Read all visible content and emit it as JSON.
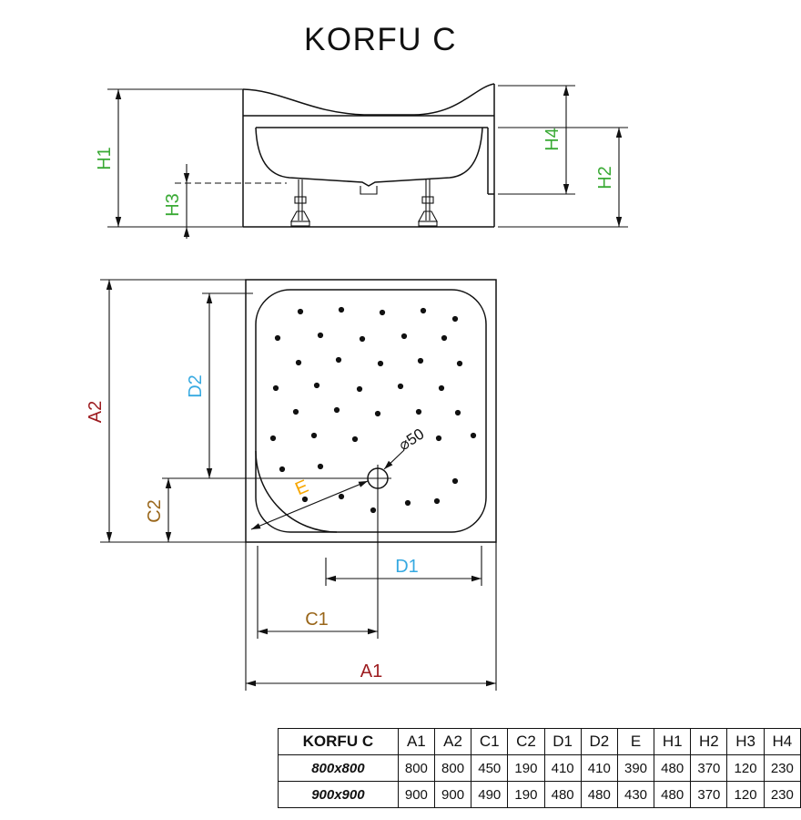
{
  "title": "KORFU C",
  "colors": {
    "a_dims": "#9d1c20",
    "c_dims": "#99661a",
    "d_dims": "#36a9e1",
    "e_dim": "#f7a600",
    "h_dims": "#3aaa35",
    "line": "#111111",
    "background": "#ffffff"
  },
  "side_view": {
    "labels": {
      "h1": "H1",
      "h2": "H2",
      "h3": "H3",
      "h4": "H4"
    }
  },
  "top_view": {
    "labels": {
      "a1": "A1",
      "a2": "A2",
      "c1": "C1",
      "c2": "C2",
      "d1": "D1",
      "d2": "D2",
      "e": "E",
      "drain_diameter": "⌀50"
    }
  },
  "table": {
    "header": [
      "KORFU C",
      "A1",
      "A2",
      "C1",
      "C2",
      "D1",
      "D2",
      "E",
      "H1",
      "H2",
      "H3",
      "H4"
    ],
    "rows": [
      {
        "model": "800x800",
        "values": [
          800,
          800,
          450,
          190,
          410,
          410,
          390,
          480,
          370,
          120,
          230
        ]
      },
      {
        "model": "900x900",
        "values": [
          900,
          900,
          490,
          190,
          480,
          480,
          430,
          480,
          370,
          120,
          230
        ]
      }
    ]
  }
}
